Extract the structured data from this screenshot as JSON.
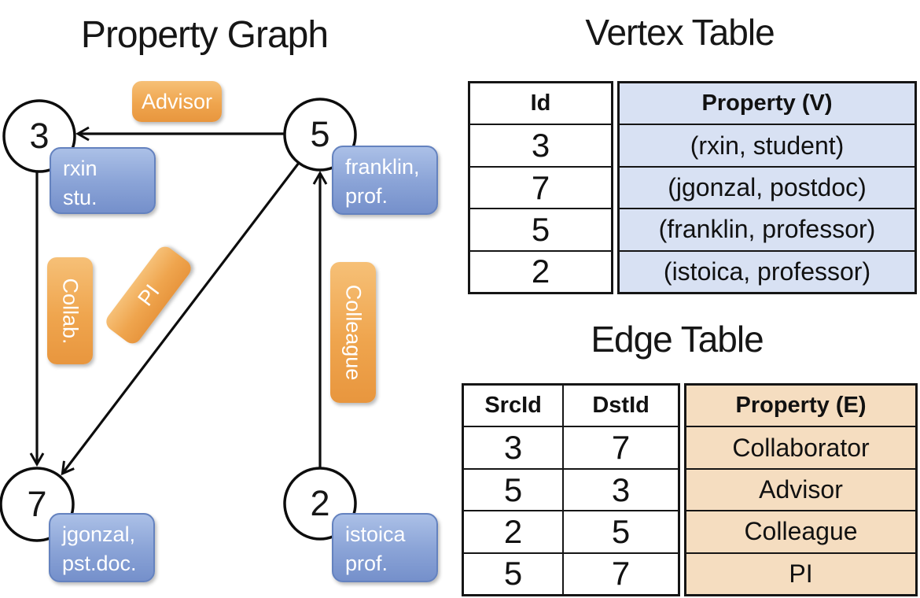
{
  "graph": {
    "title": "Property Graph",
    "nodes": [
      {
        "id": "3",
        "property_lines": [
          "rxin",
          "stu."
        ]
      },
      {
        "id": "5",
        "property_lines": [
          "franklin,",
          "prof."
        ]
      },
      {
        "id": "7",
        "property_lines": [
          "jgonzal,",
          "pst.doc."
        ]
      },
      {
        "id": "2",
        "property_lines": [
          "istoica",
          "prof."
        ]
      }
    ],
    "edge_labels": [
      {
        "text": "Advisor"
      },
      {
        "text": "Collab."
      },
      {
        "text": "PI"
      },
      {
        "text": "Colleague"
      }
    ]
  },
  "vertex_table": {
    "title": "Vertex Table",
    "columns": [
      "Id",
      "Property (V)"
    ],
    "rows": [
      {
        "id": "3",
        "property": "(rxin, student)"
      },
      {
        "id": "7",
        "property": "(jgonzal, postdoc)"
      },
      {
        "id": "5",
        "property": "(franklin, professor)"
      },
      {
        "id": "2",
        "property": "(istoica, professor)"
      }
    ]
  },
  "edge_table": {
    "title": "Edge Table",
    "columns": [
      "SrcId",
      "DstId",
      "Property (E)"
    ],
    "rows": [
      {
        "src": "3",
        "dst": "7",
        "property": "Collaborator"
      },
      {
        "src": "5",
        "dst": "3",
        "property": "Advisor"
      },
      {
        "src": "2",
        "dst": "5",
        "property": "Colleague"
      },
      {
        "src": "5",
        "dst": "7",
        "property": "PI"
      }
    ]
  },
  "colors": {
    "vertex_property_bg": "#d8e1f3",
    "edge_property_bg": "#f5ddc0",
    "orange_box_top": "#f6c077",
    "orange_box_bottom": "#e8963e",
    "blue_box_top": "#abc0e7",
    "blue_box_bottom": "#7590cb",
    "line_color": "#0d0d0d"
  }
}
